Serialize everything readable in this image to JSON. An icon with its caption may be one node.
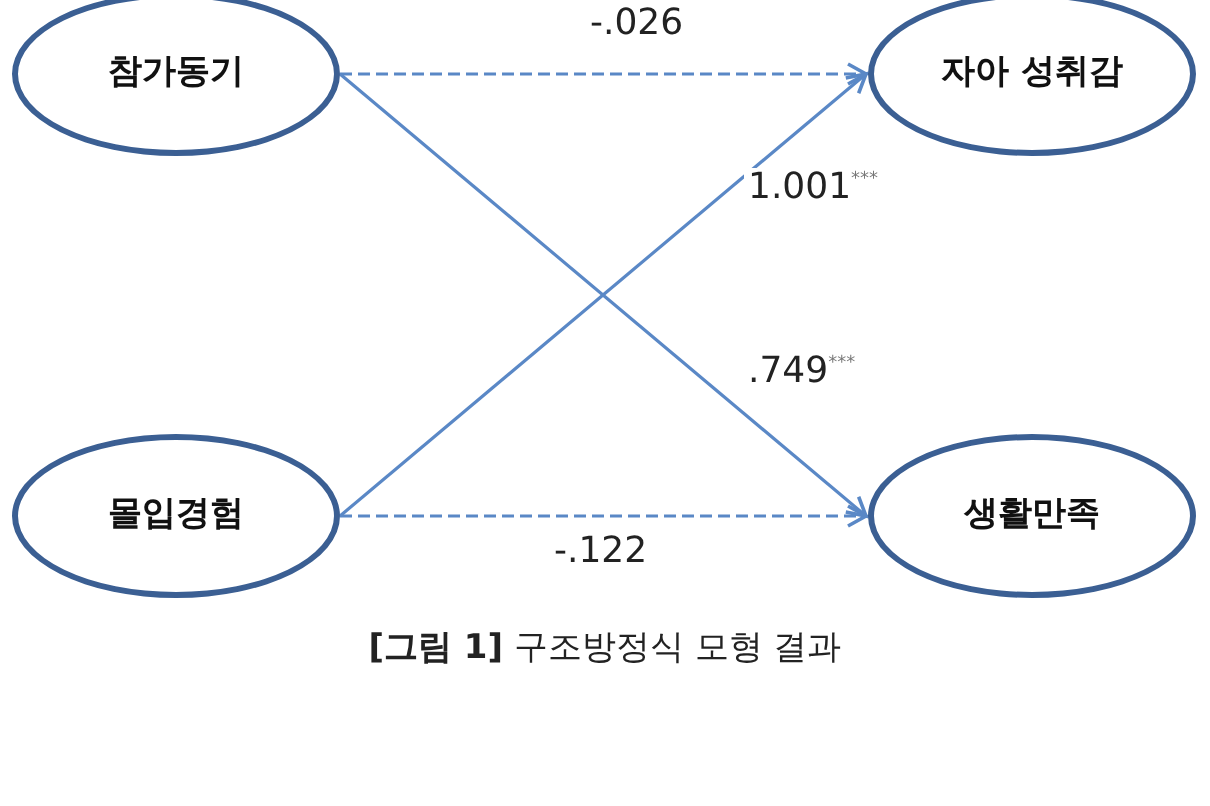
{
  "diagram": {
    "caption": "**[그림 1]** 구조방정식 모형 결과",
    "nodes": [
      {
        "text": [
          "참가동기"
        ]
      },
      {
        "text": [
          "자아 성취감"
        ]
      },
      {
        "text": [
          "몰입경험"
        ]
      },
      {
        "text": [
          "생활만족"
        ]
      }
    ],
    "edges": [
      {
        "from": 0,
        "to": 1,
        "arrow": "to",
        "style": "dashed",
        "label": "-.026"
      },
      {
        "from": 2,
        "to": 1,
        "arrow": "to",
        "label": "1.001$^{***}$"
      },
      {
        "from": 0,
        "to": 3,
        "arrow": "to",
        "label": ".749$^{***}$"
      },
      {
        "from": 2,
        "to": 3,
        "arrow": "to",
        "style": "dashed",
        "label": "-.122"
      }
    ]
  }
}
